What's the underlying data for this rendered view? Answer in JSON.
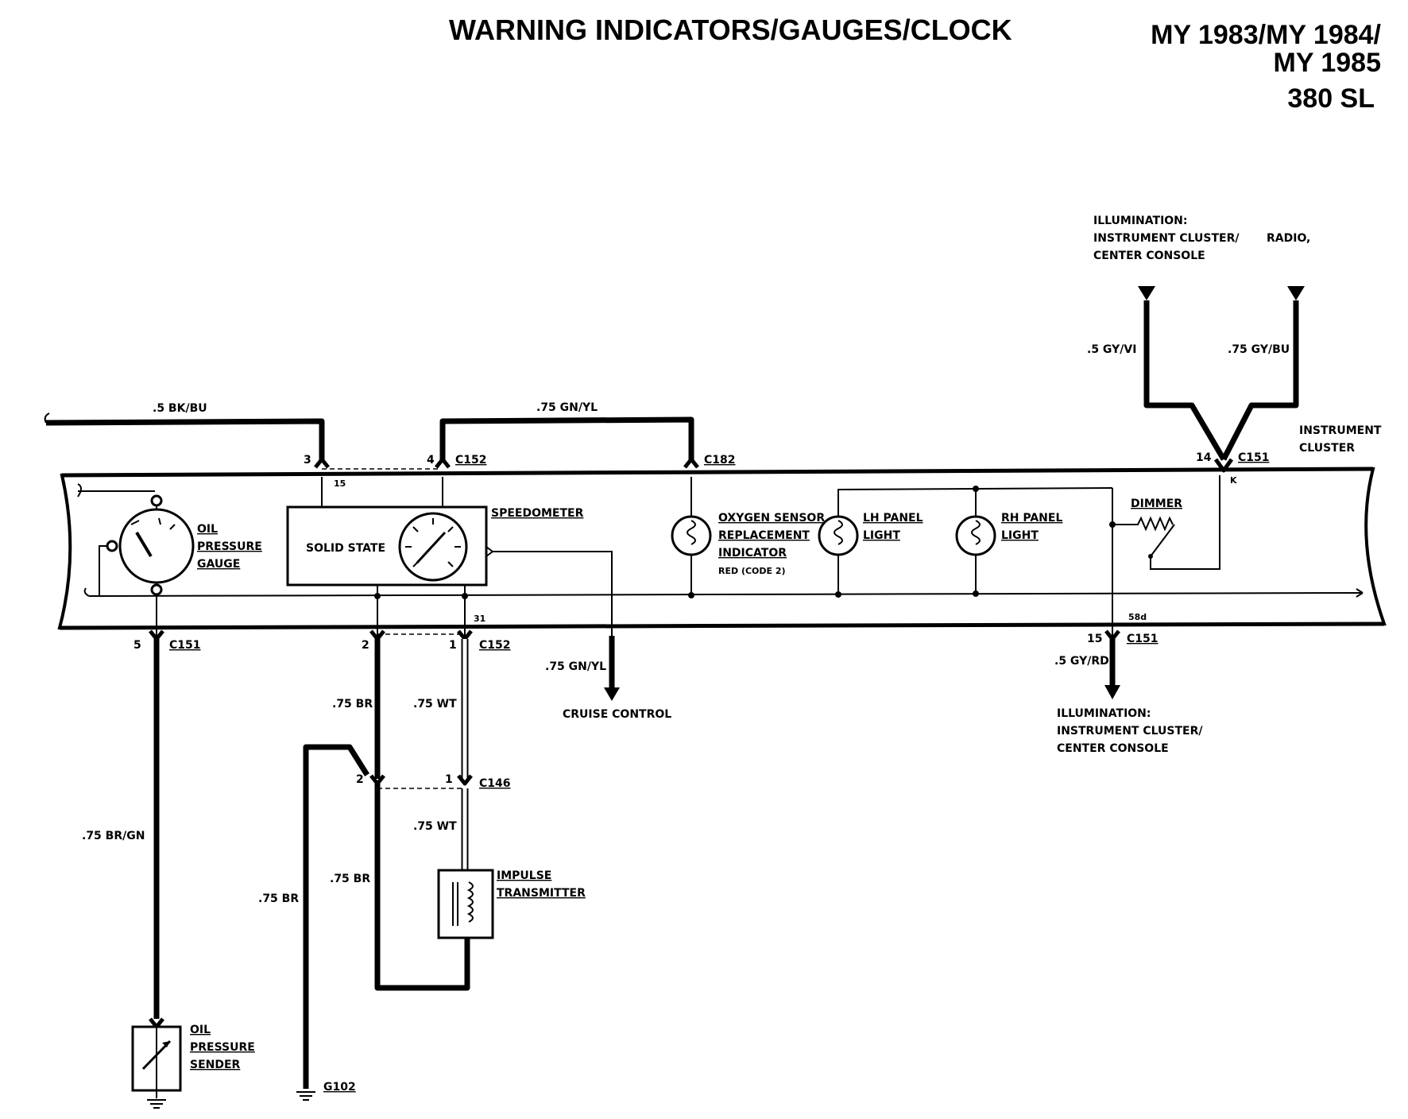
{
  "header": {
    "title": "WARNING INDICATORS/GAUGES/CLOCK",
    "model_years_line1": "MY 1983/MY 1984/",
    "model_years_line2": "MY 1985",
    "model": "380 SL"
  },
  "cluster": {
    "label_line1": "INSTRUMENT",
    "label_line2": "CLUSTER"
  },
  "components": {
    "oil_pressure_gauge": [
      "OIL",
      "PRESSURE",
      "GAUGE"
    ],
    "solid_state": "SOLID STATE",
    "speedometer": "SPEEDOMETER",
    "oxygen_sensor": [
      "OXYGEN SENSOR",
      "REPLACEMENT",
      "INDICATOR"
    ],
    "oxygen_sensor_note": "RED (CODE 2)",
    "lh_panel_light": [
      "LH PANEL",
      "LIGHT"
    ],
    "rh_panel_light": [
      "RH PANEL",
      "LIGHT"
    ],
    "dimmer": "DIMMER",
    "impulse_transmitter": [
      "IMPULSE",
      "TRANSMITTER"
    ],
    "oil_pressure_sender": [
      "OIL",
      "PRESSURE",
      "SENDER"
    ],
    "cruise_control": "CRUISE CONTROL",
    "illum_top_line1": "ILLUMINATION:",
    "illum_top_line2": "INSTRUMENT CLUSTER/",
    "illum_top_line3": "CENTER CONSOLE",
    "radio": "RADIO,",
    "illum_bottom_line1": "ILLUMINATION:",
    "illum_bottom_line2": "INSTRUMENT CLUSTER/",
    "illum_bottom_line3": "CENTER CONSOLE",
    "ground": "G102"
  },
  "wires": {
    "bk_bu": ".5 BK/BU",
    "gn_yl_top": ".75 GN/YL",
    "gy_vi": ".5 GY/VI",
    "gy_bu": ".75 GY/BU",
    "br_gn": ".75 BR/GN",
    "br_1": ".75 BR",
    "br_2": ".75 BR",
    "br_3": ".75 BR",
    "wt_1": ".75 WT",
    "wt_2": ".75 WT",
    "gn_yl_cruise": ".75 GN/YL",
    "gy_rd": ".5 GY/RD"
  },
  "connectors": {
    "c152_top": "C152",
    "c182": "C182",
    "c151_top": "C151",
    "c151_left": "C151",
    "c152_bottom": "C152",
    "c146": "C146",
    "c151_right": "C151"
  },
  "pins": {
    "p3": "3",
    "p15": "15",
    "p4": "4",
    "p14": "14",
    "pK": "K",
    "p5": "5",
    "p2": "2",
    "p1": "1",
    "p31": "31",
    "p2b": "2",
    "p1b": "1",
    "p15b": "15",
    "p58d": "58d"
  }
}
